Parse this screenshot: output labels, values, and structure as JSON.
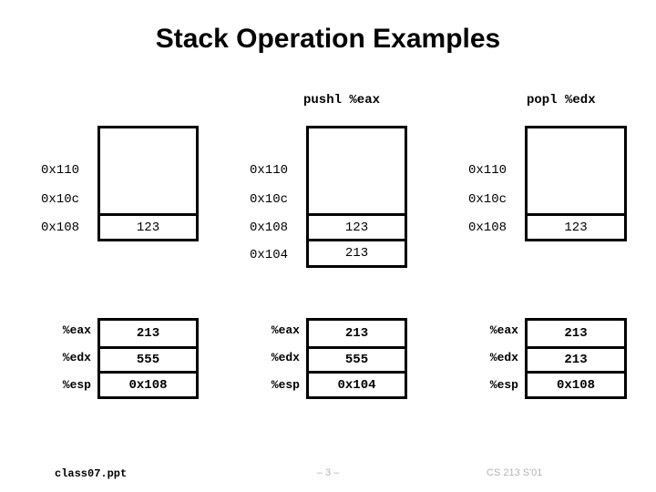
{
  "slide": {
    "title": "Stack Operation Examples"
  },
  "columns": [
    {
      "id": "initial",
      "op_label": "",
      "memory": {
        "rows": [
          {
            "address": "0x110",
            "value": "",
            "divider": false
          },
          {
            "address": "0x10c",
            "value": "",
            "divider": false
          },
          {
            "address": "0x108",
            "value": "123",
            "divider": true
          }
        ]
      },
      "registers": [
        {
          "name": "%eax",
          "value": "213"
        },
        {
          "name": "%edx",
          "value": "555"
        },
        {
          "name": "%esp",
          "value": "0x108"
        }
      ]
    },
    {
      "id": "pushl",
      "op_label": "pushl %eax",
      "memory": {
        "rows": [
          {
            "address": "0x110",
            "value": "",
            "divider": false
          },
          {
            "address": "0x10c",
            "value": "",
            "divider": false
          },
          {
            "address": "0x108",
            "value": "123",
            "divider": true
          },
          {
            "address": "0x104",
            "value": "213",
            "divider": true
          }
        ]
      },
      "registers": [
        {
          "name": "%eax",
          "value": "213"
        },
        {
          "name": "%edx",
          "value": "555"
        },
        {
          "name": "%esp",
          "value": "0x104"
        }
      ]
    },
    {
      "id": "popl",
      "op_label": "popl %edx",
      "memory": {
        "rows": [
          {
            "address": "0x110",
            "value": "",
            "divider": false
          },
          {
            "address": "0x10c",
            "value": "",
            "divider": false
          },
          {
            "address": "0x108",
            "value": "123",
            "divider": true
          }
        ]
      },
      "registers": [
        {
          "name": "%eax",
          "value": "213"
        },
        {
          "name": "%edx",
          "value": "213"
        },
        {
          "name": "%esp",
          "value": "0x108"
        }
      ]
    }
  ],
  "footer": {
    "left": "class07.ppt",
    "center": "– 3 –",
    "right": "CS 213 S'01"
  },
  "colors": {
    "ink": "#000000",
    "background": "#ffffff",
    "footer_muted": "#b3b3b3"
  }
}
